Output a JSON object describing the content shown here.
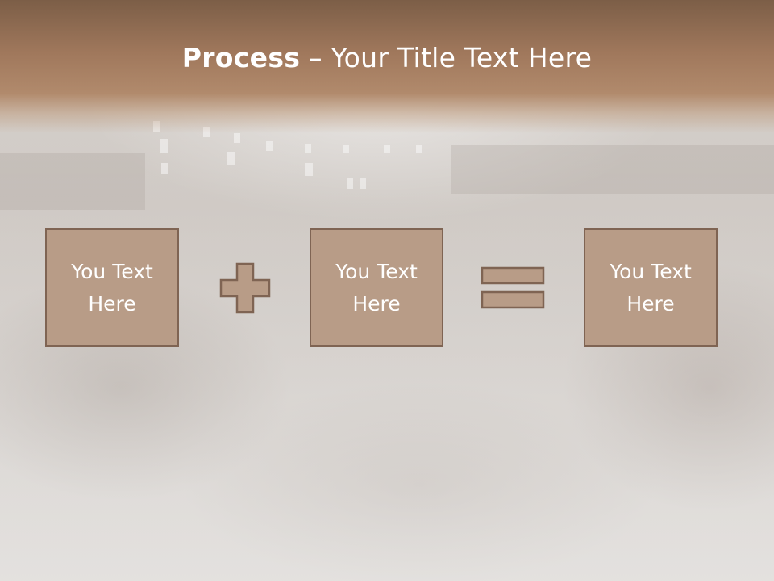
{
  "slide": {
    "title_bold": "Process",
    "title_rest": " – Your Title Text Here",
    "boxes": [
      {
        "text": "You Text\nHere"
      },
      {
        "text": "You Text\nHere"
      },
      {
        "text": "You Text\nHere"
      }
    ],
    "operators": [
      "plus-icon",
      "equals-icon"
    ],
    "colors": {
      "title_band": "#a0785c",
      "box_fill": "#b89c87",
      "box_border": "#7f6453",
      "text": "#ffffff"
    }
  }
}
